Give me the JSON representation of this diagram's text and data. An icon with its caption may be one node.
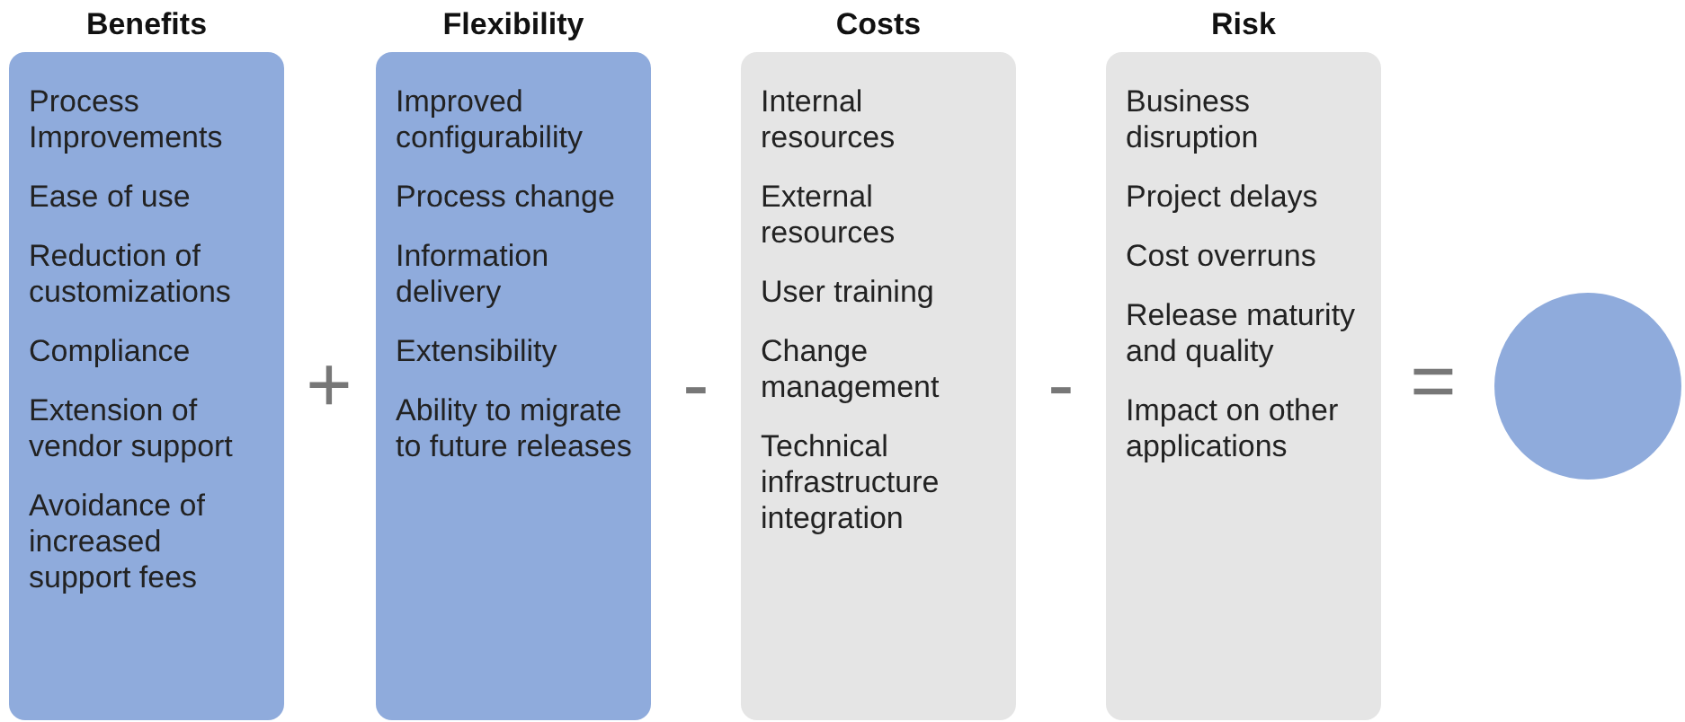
{
  "diagram": {
    "nodes": [
      {
        "text": [
          "Benefits",
          "Process Improvements",
          "Ease of use",
          "Reduction of customizations",
          "Compliance",
          "Extension of vendor support",
          "Avoidance of increased support fees"
        ]
      },
      {
        "text": [
          "Flexibility",
          "Improved configurability",
          "Process change",
          "Information delivery",
          "Extensibility",
          "Ability to migrate to future releases"
        ]
      },
      {
        "text": [
          "Costs",
          "Internal resources",
          "External resources",
          "User training",
          "Change management",
          "Technical infrastructure integration"
        ]
      },
      {
        "text": [
          "Risk",
          "Business disruption",
          "Project delays",
          "Cost overruns",
          "Release maturity and quality",
          "Impact on other applications"
        ]
      },
      {
        "text": [],
        "shape": "circle"
      }
    ],
    "labels": [
      "+",
      "-",
      "-",
      "="
    ]
  }
}
